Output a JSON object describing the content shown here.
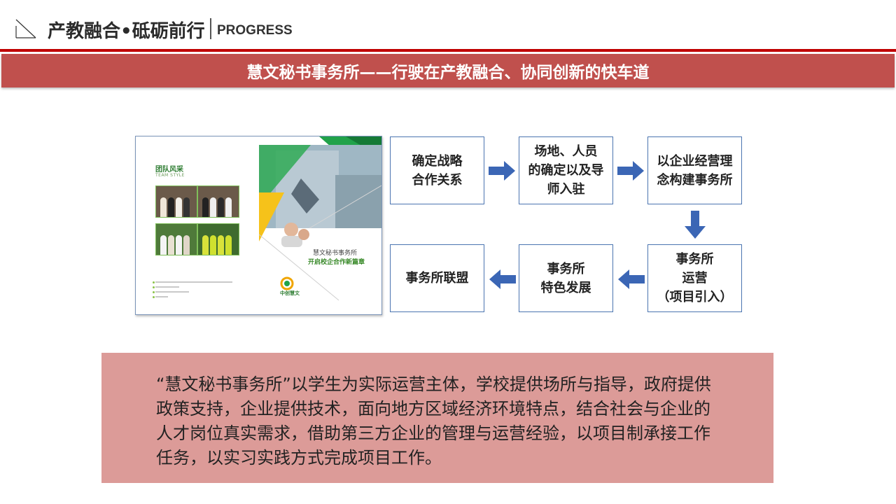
{
  "header": {
    "title": "产教融合•砥砺前行",
    "subtitle": "PROGRESS"
  },
  "banner": {
    "text": "慧文秘书事务所——行驶在产教融合、协同创新的快车道"
  },
  "brochure": {
    "team_title": "团队风采",
    "team_subtitle": "TEAM STYLE",
    "caption_line1": "慧文秘书事务所",
    "caption_line2": "开启校企合作新篇章",
    "logo_text": "中创慧文"
  },
  "flow": {
    "step1": "确定战略\n合作关系",
    "step2": "场地、人员\n的确定以及导\n师入驻",
    "step3": "以企业经营理\n念构建事务所",
    "step4": "事务所\n运营\n（项目引入）",
    "step5": "事务所\n特色发展",
    "step6": "事务所联盟"
  },
  "description": {
    "text": "“慧文秘书事务所”以学生为实际运营主体，学校提供场所与指导，政府提供政策支持，企业提供技术，面向地方区域经济环境特点，结合社会与企业的人才岗位真实需求，借助第三方企业的管理与运营经验，以项目制承接工作任务，以实习实践方式完成项目工作。"
  },
  "colors": {
    "accent_red": "#c00000",
    "banner_bg": "#c0504d",
    "arrow_blue": "#3b66b5",
    "box_border": "#4a74b0",
    "desc_bg": "#dc9b98"
  },
  "icons": {
    "corner": "diagonal-corner-icon",
    "arrow_right": "arrow-right-icon",
    "arrow_down": "arrow-down-icon",
    "arrow_left": "arrow-left-icon"
  }
}
